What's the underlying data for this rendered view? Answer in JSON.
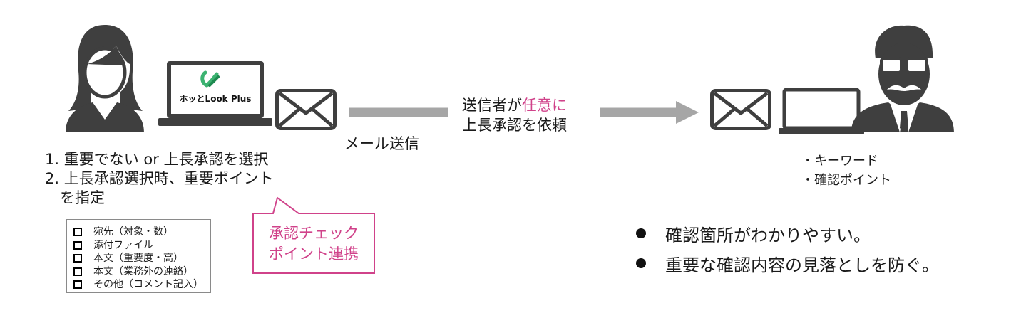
{
  "sender_steps": [
    "1. 重要でない or 上長承認を選択",
    "2. 上長承認選択時、重要ポイント",
    "を指定"
  ],
  "checklist": [
    "宛先（対象・数）",
    "添付ファイル",
    "本文（重要度・高）",
    "本文（業務外の連絡）",
    "その他（コメント記入）"
  ],
  "callout": {
    "line1": "承認チェック",
    "line2": "ポイント連携"
  },
  "logo_text": "ホッとLook Plus",
  "mail_send_label": "メール送信",
  "request": {
    "part1": "送信者が",
    "part2": "任意に",
    "line2": "上長承認を依頼"
  },
  "receiver_points": [
    "・キーワード",
    "・確認ポイント"
  ],
  "benefits": [
    "確認箇所がわかりやすい。",
    "重要な確認内容の見落としを防ぐ。"
  ],
  "colors": {
    "accent": "#d0428a",
    "icon_dark": "#3f3f3f",
    "arrow": "#a6a6a6",
    "logo_green": "#3cb371"
  }
}
